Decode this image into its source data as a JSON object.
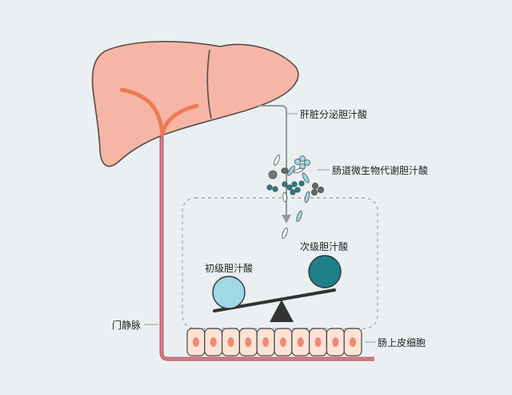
{
  "labels": {
    "liver_secretes": "肝脏分泌胆汁酸",
    "gut_microbe_metabolism": "肠道微生物代谢胆汁酸",
    "primary_bile_acid": "初级胆汁酸",
    "secondary_bile_acid": "次级胆汁酸",
    "portal_vein": "门静脉",
    "intestinal_epithelial_cells": "肠上皮细胞"
  },
  "colors": {
    "background": "#eaf0f1",
    "liver_fill": "#f6b6a6",
    "liver_outline": "#5a4a46",
    "bile_duct": "#ee7a52",
    "portal_vein": "#c0606c",
    "primary_ball": "#9fd8e6",
    "secondary_ball": "#1f7f88",
    "seesaw": "#333333",
    "epithelium_fill": "#fbe3d6",
    "nucleus": "#ee8a72",
    "arrow": "#999999",
    "dashed_box": "#aaaaaa"
  },
  "icons": {
    "liver": "liver-icon",
    "microbes": "bacteria-cluster-icon",
    "balance": "seesaw-icon"
  }
}
